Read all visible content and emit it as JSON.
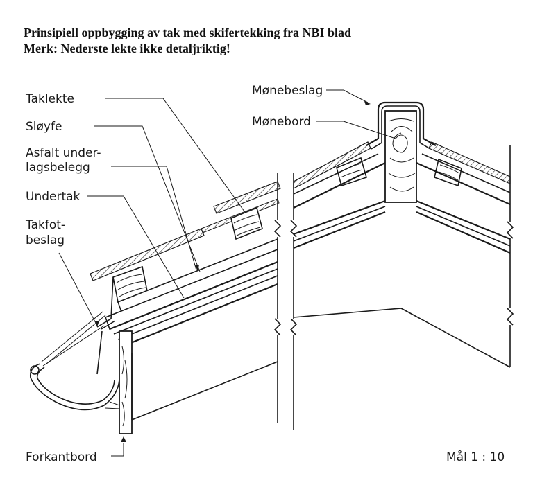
{
  "title": {
    "line1": "Prinsipiell oppbygging av tak med skifertekking fra NBI blad",
    "line2": "Merk: Nederste lekte ikke detaljriktig!"
  },
  "labels": {
    "taklekte": "Taklekte",
    "sloyfe": "Sløyfe",
    "asfalt1": "Asfalt under-",
    "asfalt2": "lagsbelegg",
    "undertak": "Undertak",
    "takfot1": "Takfot-",
    "takfot2": "beslag",
    "monebeslag": "Mønebeslag",
    "monebord": "Mønebord",
    "forkantbord": "Forkantbord",
    "scale": "Mål 1 : 10"
  }
}
